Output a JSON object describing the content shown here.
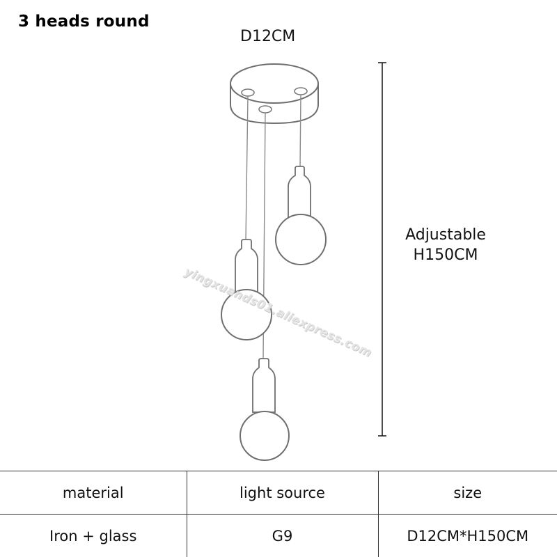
{
  "header": {
    "title": "3 heads round"
  },
  "dimensions": {
    "diameter_label": "D12CM",
    "height_line1": "Adjustable",
    "height_line2": "H150CM"
  },
  "watermark": {
    "text": "yingxuands01.aliexpress.com"
  },
  "specs": {
    "headers": [
      "material",
      "light source",
      "size"
    ],
    "values": [
      "Iron + glass",
      "G9",
      "D12CM*H150CM"
    ]
  }
}
